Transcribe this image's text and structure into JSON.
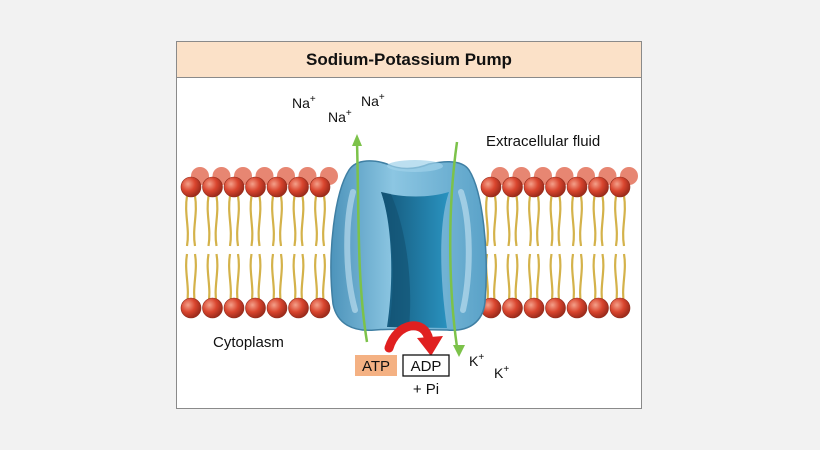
{
  "title": "Sodium-Potassium Pump",
  "labels": {
    "extracellular": "Extracellular fluid",
    "cytoplasm": "Cytoplasm",
    "ion_na": "Na",
    "ion_k": "K",
    "charge": "+",
    "atp": "ATP",
    "adp": "ADP",
    "pi": "+ Pi"
  },
  "colors": {
    "background": "#f2f2f2",
    "title_bg": "#fbe1c8",
    "phospholipid_head": "#d9452e",
    "lipid_tail": "#d4b24a",
    "protein": "#6aaed0",
    "protein_channel": "#1f7da6",
    "arrow_ion": "#7cc24a",
    "arrow_atp": "#e02020",
    "atp_box": "#f4b183"
  },
  "icons": [
    "membrane-bilayer",
    "pump-protein",
    "ion-arrow",
    "atp-curved-arrow"
  ]
}
